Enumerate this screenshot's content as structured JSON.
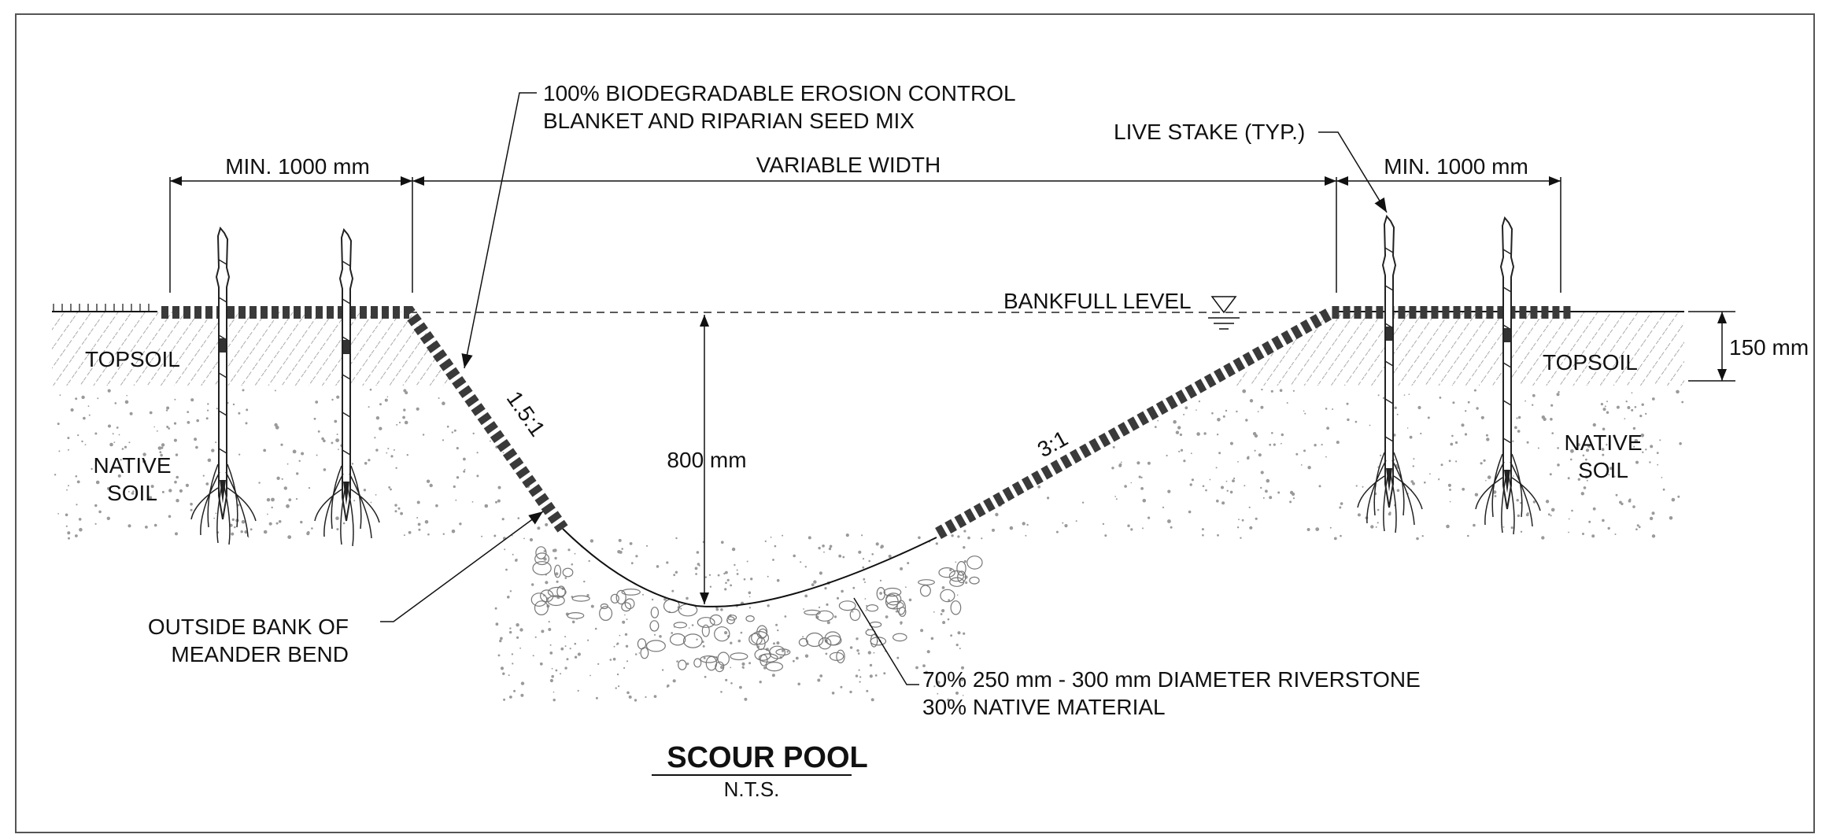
{
  "drawing": {
    "title": "SCOUR POOL",
    "scale_note": "N.T.S.",
    "labels": {
      "blanket_line1": "100% BIODEGRADABLE EROSION CONTROL",
      "blanket_line2": "BLANKET AND RIPARIAN SEED MIX",
      "live_stake": "LIVE STAKE (TYP.)",
      "bankfull": "BANKFULL LEVEL",
      "topsoil_left": "TOPSOIL",
      "topsoil_right": "TOPSOIL",
      "native_left_1": "NATIVE",
      "native_left_2": "SOIL",
      "native_right_1": "NATIVE",
      "native_right_2": "SOIL",
      "outside_bank_1": "OUTSIDE BANK OF",
      "outside_bank_2": "MEANDER BEND",
      "riverstone_1": "70% 250 mm - 300 mm DIAMETER RIVERSTONE",
      "riverstone_2": "30% NATIVE MATERIAL"
    },
    "dimensions": {
      "min_left": "MIN. 1000 mm",
      "variable_width": "VARIABLE WIDTH",
      "min_right": "MIN. 1000 mm",
      "depth": "800 mm",
      "topsoil_depth": "150 mm",
      "slope_left": "1.5:1",
      "slope_right": "3:1"
    },
    "colors": {
      "line": "#111111",
      "blanket": "#3a3a3a",
      "topsoil_hatch": "#8a8a8a",
      "soil_dots": "#9a9a9a",
      "stone": "#777777"
    }
  }
}
